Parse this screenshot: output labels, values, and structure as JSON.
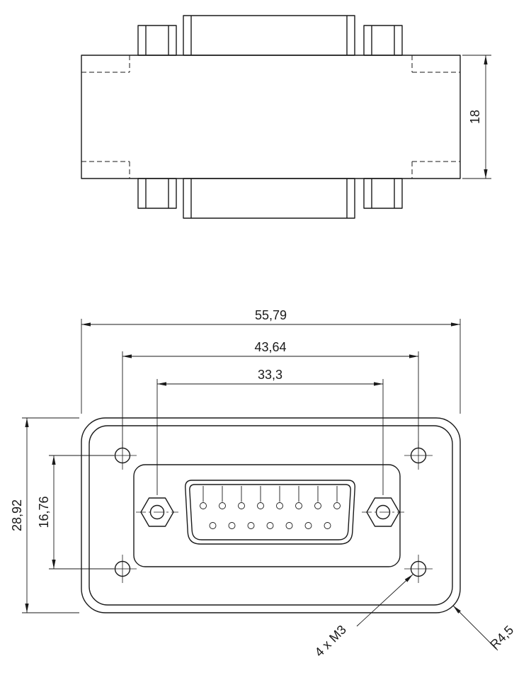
{
  "theme": {
    "line": "#1a1a1a",
    "background": "#ffffff"
  },
  "views": {
    "top": {
      "dims": {
        "height": "18"
      }
    },
    "front": {
      "dims": {
        "overall_width": "55,79",
        "mount_hole_pitch_x": "43,64",
        "jackscrew_pitch": "33,3",
        "overall_height": "28,92",
        "mount_hole_pitch_y": "16,76",
        "mount_hole_callout": "4 x M3",
        "corner_radius": "R4,5"
      }
    }
  }
}
